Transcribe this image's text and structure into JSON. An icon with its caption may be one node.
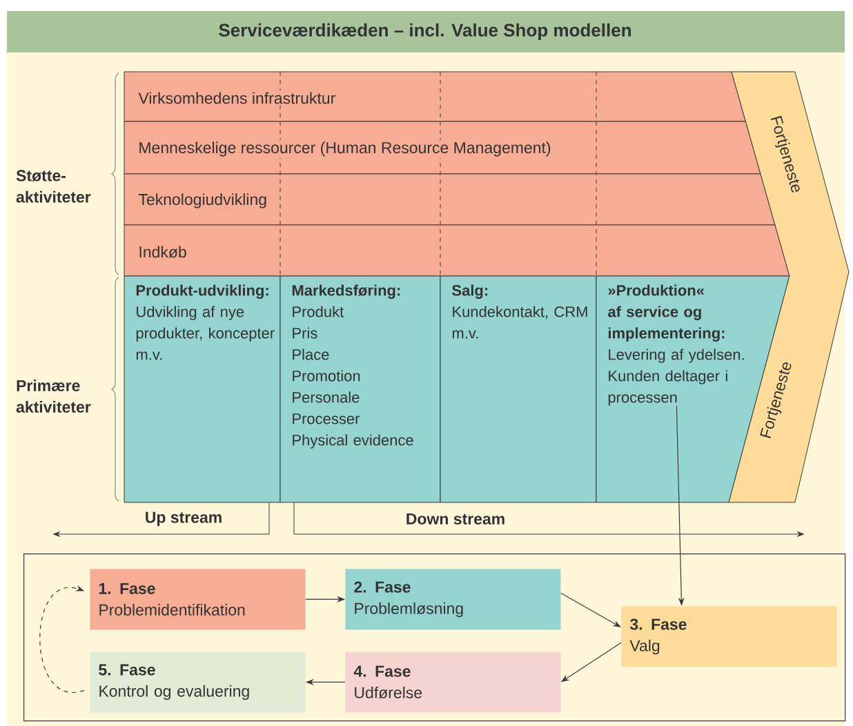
{
  "diagram": {
    "title": "Serviceværdikæden – incl. Value Shop modellen",
    "nodes": [
      {
        "text": [
          "Virksomhedens infrastruktur"
        ]
      },
      {
        "text": [
          "Menneskelige ressourcer (Human Resource Management)"
        ]
      },
      {
        "text": [
          "Teknologiudvikling"
        ]
      },
      {
        "text": [
          "Indkøb"
        ]
      },
      {
        "text": [
          "Produkt-udvikling:",
          "Udvikling af nye produkter, koncepter m.v."
        ]
      },
      {
        "text": [
          "Markedsføring:",
          "Produkt",
          "Pris",
          "Place",
          "Promotion",
          "Personale",
          "Processer",
          "Physical evidence"
        ]
      },
      {
        "text": [
          "Salg:",
          "Kundekontakt, CRM m.v."
        ]
      },
      {
        "text": [
          "»Produktion« af service og implementering:",
          "Levering af ydelsen. Kunden deltager i processen"
        ]
      },
      {
        "text": [
          "Fortjeneste",
          "Fortjeneste"
        ]
      },
      {
        "text": [],
        "shape": "box"
      },
      {
        "text": [
          "1. Fase",
          "Problemidentifikation"
        ],
        "in": 9
      },
      {
        "text": [
          "2. Fase",
          "Problemløsning"
        ],
        "in": 9
      },
      {
        "text": [
          "3. Fase",
          "Valg"
        ],
        "in": 9
      },
      {
        "text": [
          "4. Fase",
          "Udførelse"
        ],
        "in": 9
      },
      {
        "text": [
          "5. Fase",
          "Kontrol og evaluering"
        ],
        "in": 9
      }
    ],
    "edges": [
      {
        "from": 7,
        "to": 12,
        "arrow": "to"
      },
      {
        "from": 10,
        "to": 11,
        "arrow": "to"
      },
      {
        "from": 11,
        "to": 12,
        "arrow": "to"
      },
      {
        "from": 12,
        "to": 13,
        "arrow": "to"
      },
      {
        "from": 13,
        "to": 14,
        "arrow": "to"
      },
      {
        "from": 14,
        "to": 10,
        "arrow": "to",
        "style": "dashed"
      }
    ],
    "labels": [
      "Støtte-aktiviteter",
      "Primære aktiviteter",
      "Up stream",
      "Down stream"
    ]
  }
}
